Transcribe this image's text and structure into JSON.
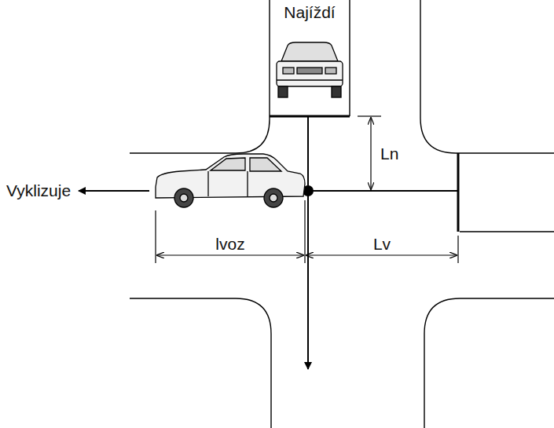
{
  "diagram": {
    "labels": [
      "Najíždí",
      "Vyklizuje",
      "Ln",
      "lvoz",
      "Lv"
    ]
  }
}
